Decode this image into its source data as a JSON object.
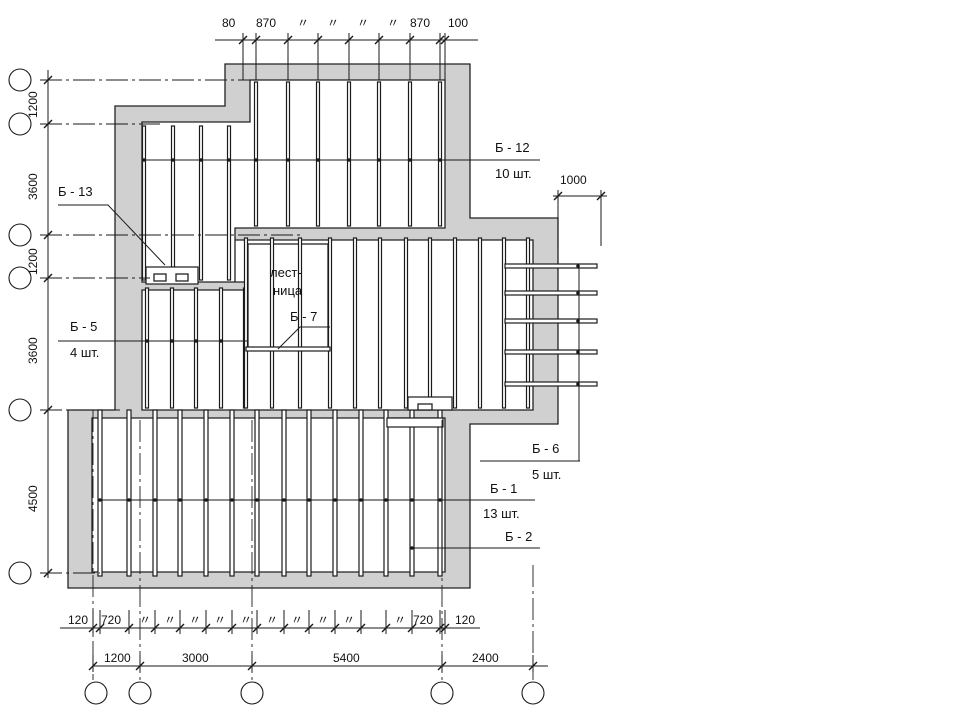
{
  "stair_label": {
    "line1": "лест-",
    "line2": "ница"
  },
  "beam_labels": [
    {
      "mark": "Б - 12",
      "count": "10 шт."
    },
    {
      "mark": "Б - 13",
      "count": ""
    },
    {
      "mark": "Б - 5",
      "count": "4 шт."
    },
    {
      "mark": "Б - 7",
      "count": ""
    },
    {
      "mark": "Б - 6",
      "count": "5 шт."
    },
    {
      "mark": "Б - 1",
      "count": "13 шт."
    },
    {
      "mark": "Б - 2",
      "count": ""
    }
  ],
  "dims_top": [
    "80",
    "870",
    "〃",
    "〃",
    "〃",
    "〃",
    "870",
    "100"
  ],
  "dims_right": "1000",
  "dims_left": [
    "1200",
    "3600",
    "1200",
    "3600",
    "4500"
  ],
  "dims_bottom_row1": [
    "120",
    "720",
    "〃",
    "〃",
    "〃",
    "〃",
    "〃",
    "〃",
    "〃",
    "〃",
    "〃",
    "〃",
    "720",
    "120"
  ],
  "dims_bottom_row2": [
    "1200",
    "3000",
    "5400",
    "2400"
  ]
}
